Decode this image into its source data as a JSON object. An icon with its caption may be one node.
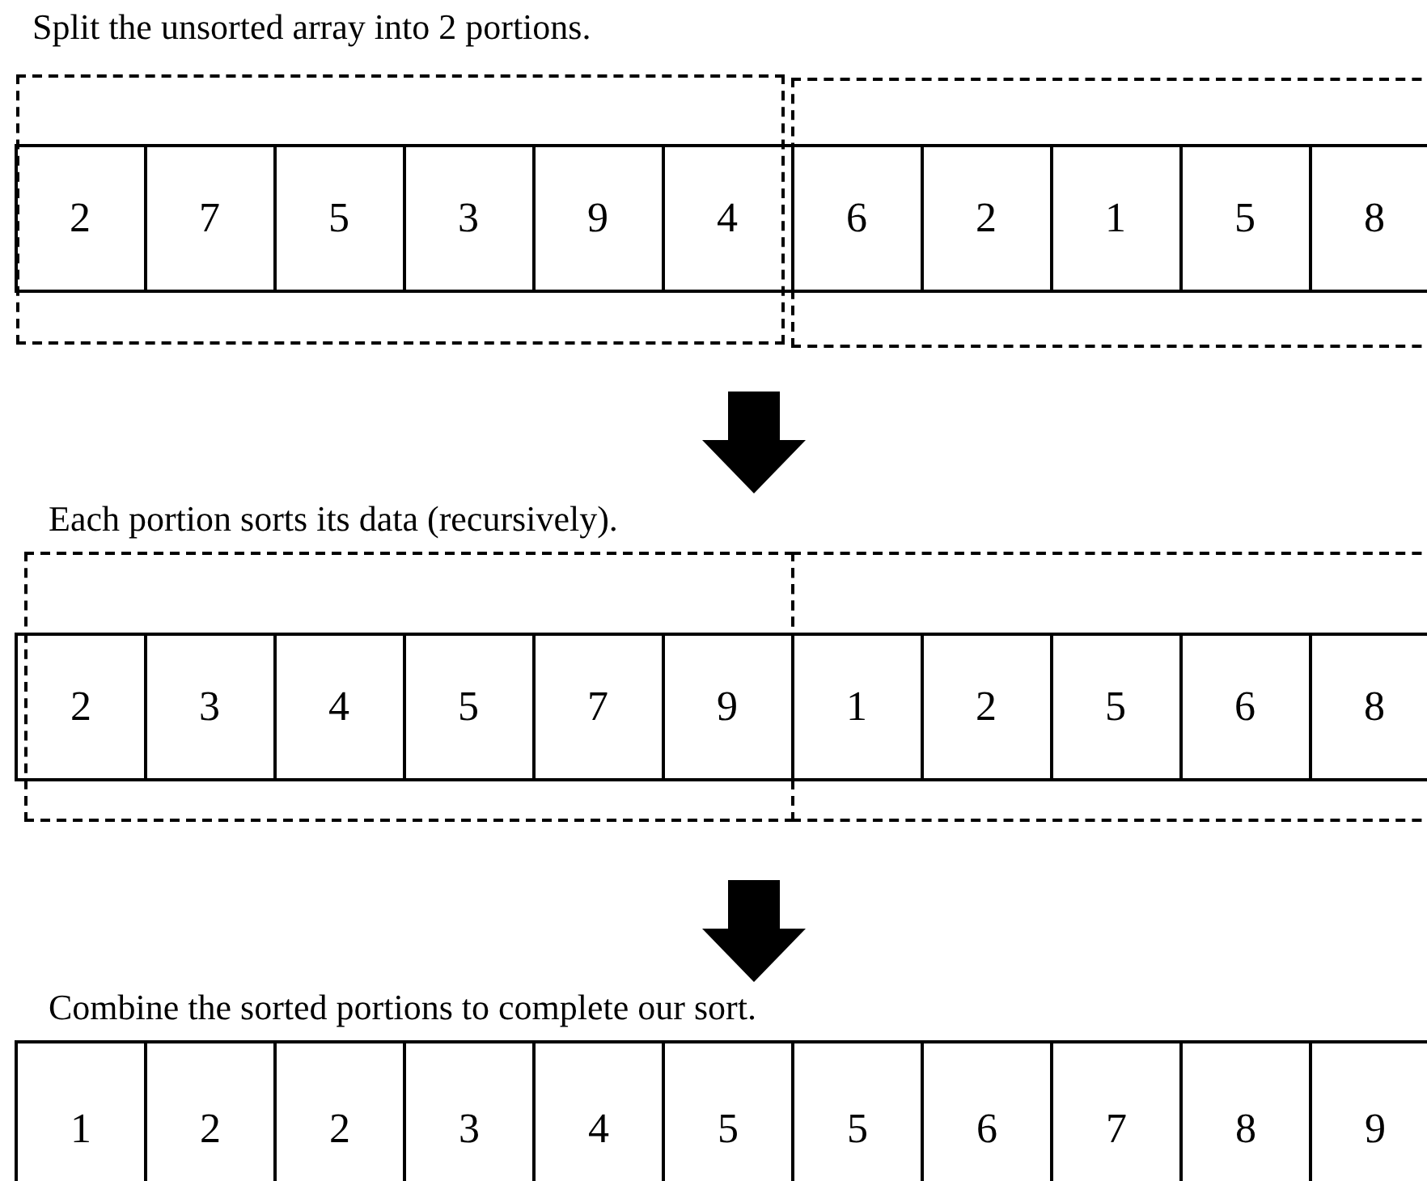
{
  "diagram": {
    "nodes": [
      {
        "text": [
          "Split the unsorted array into 2 portions."
        ]
      },
      {
        "text": [],
        "shape": "box"
      },
      {
        "text": [
          "2"
        ],
        "in": 1
      },
      {
        "text": [
          "7"
        ],
        "in": 1
      },
      {
        "text": [
          "5"
        ],
        "in": 1
      },
      {
        "text": [
          "3"
        ],
        "in": 1
      },
      {
        "text": [
          "9"
        ],
        "in": 1
      },
      {
        "text": [
          "4"
        ],
        "in": 1
      },
      {
        "text": [],
        "shape": "box"
      },
      {
        "text": [
          "6"
        ],
        "in": 8
      },
      {
        "text": [
          "2"
        ],
        "in": 8
      },
      {
        "text": [
          "1"
        ],
        "in": 8
      },
      {
        "text": [
          "5"
        ],
        "in": 8
      },
      {
        "text": [
          "8"
        ],
        "in": 8
      },
      {
        "text": [
          "Each portion sorts its data (recursively)."
        ]
      },
      {
        "text": [],
        "shape": "box"
      },
      {
        "text": [
          "2"
        ]
      },
      {
        "text": [
          "3"
        ],
        "in": 15
      },
      {
        "text": [
          "4"
        ],
        "in": 15
      },
      {
        "text": [
          "5"
        ],
        "in": 15
      },
      {
        "text": [
          "7"
        ],
        "in": 15
      },
      {
        "text": [
          "9"
        ],
        "in": 15
      },
      {
        "text": [],
        "shape": "box"
      },
      {
        "text": [
          "1"
        ],
        "in": 22
      },
      {
        "text": [
          "2"
        ],
        "in": 22
      },
      {
        "text": [
          "5"
        ],
        "in": 22
      },
      {
        "text": [
          "6"
        ],
        "in": 22
      },
      {
        "text": [
          "8"
        ],
        "in": 22
      },
      {
        "text": [
          "Combine the sorted portions to complete our sort."
        ]
      },
      {
        "text": [
          "1"
        ]
      },
      {
        "text": [
          "2"
        ]
      },
      {
        "text": [
          "2"
        ]
      },
      {
        "text": [
          "3"
        ]
      },
      {
        "text": [
          "4"
        ]
      },
      {
        "text": [
          "5"
        ]
      },
      {
        "text": [
          "5"
        ]
      },
      {
        "text": [
          "6"
        ]
      },
      {
        "text": [
          "7"
        ]
      },
      {
        "text": [
          "8"
        ]
      },
      {
        "text": [
          "9"
        ]
      }
    ],
    "edges": [
      {
        "from": null,
        "to": 14,
        "arrow": "to"
      },
      {
        "from": null,
        "to": 28,
        "arrow": "to"
      }
    ]
  }
}
